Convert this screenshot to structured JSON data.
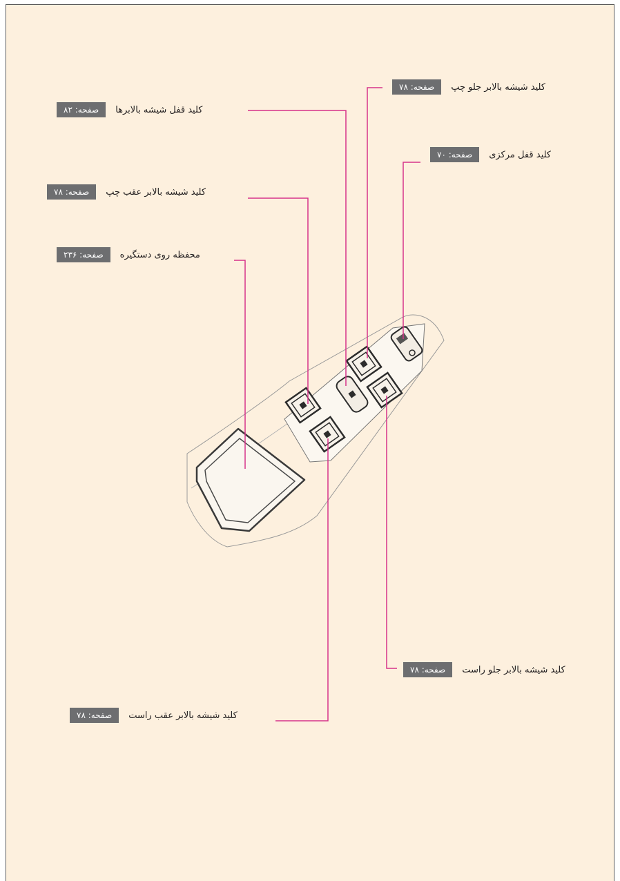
{
  "callouts": [
    {
      "id": "front-left-window",
      "label": "کلید شیشه بالابر جلو چپ",
      "page_ref": "صفحه: ۷۸"
    },
    {
      "id": "window-lock",
      "label": "کلید قفل شیشه بالابرها",
      "page_ref": "صفحه: ۸۲"
    },
    {
      "id": "central-lock",
      "label": "کلید قفل مرکزی",
      "page_ref": "صفحه: ۷۰"
    },
    {
      "id": "rear-left-window",
      "label": "کلید شیشه بالابر عقب چپ",
      "page_ref": "صفحه: ۷۸"
    },
    {
      "id": "handle-cover",
      "label": "محفظه روی دستگیره",
      "page_ref": "صفحه: ۲۳۶"
    },
    {
      "id": "front-right-window",
      "label": "کلید شیشه بالابر جلو راست",
      "page_ref": "صفحه: ۷۸"
    },
    {
      "id": "rear-right-window",
      "label": "کلید شیشه بالابر عقب راست",
      "page_ref": "صفحه: ۷۸"
    }
  ],
  "colors": {
    "background": "#fdf0de",
    "leader_line": "#d6338a",
    "page_ref_box": "#6d6e70",
    "drawing_stroke": "#4a4a4a"
  }
}
